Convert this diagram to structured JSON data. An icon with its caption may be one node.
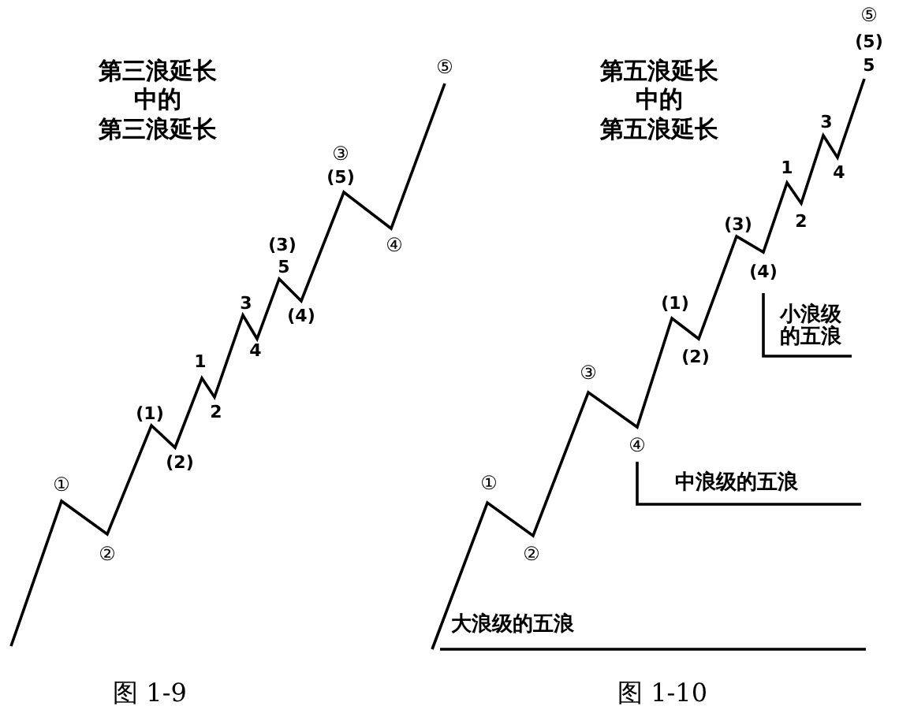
{
  "diagram": {
    "labels": [
      "第三浪延长",
      "中的",
      "第三浪延长",
      "⑤",
      "③",
      "(5)",
      "④",
      "(3)",
      "5",
      "(4)",
      "3",
      "4",
      "1",
      "2",
      "(1)",
      "(2)",
      "①",
      "②",
      "图 1-9",
      "第五浪延长",
      "中的",
      "第五浪延长",
      "⑤",
      "(5)",
      "5",
      "3",
      "4",
      "1",
      "2",
      "(3)",
      "(4)",
      "(1)",
      "(2)",
      "小浪级的五浪",
      "③",
      "④",
      "中浪级的五浪",
      "①",
      "②",
      "大浪级的五浪",
      "图 1-10"
    ]
  }
}
